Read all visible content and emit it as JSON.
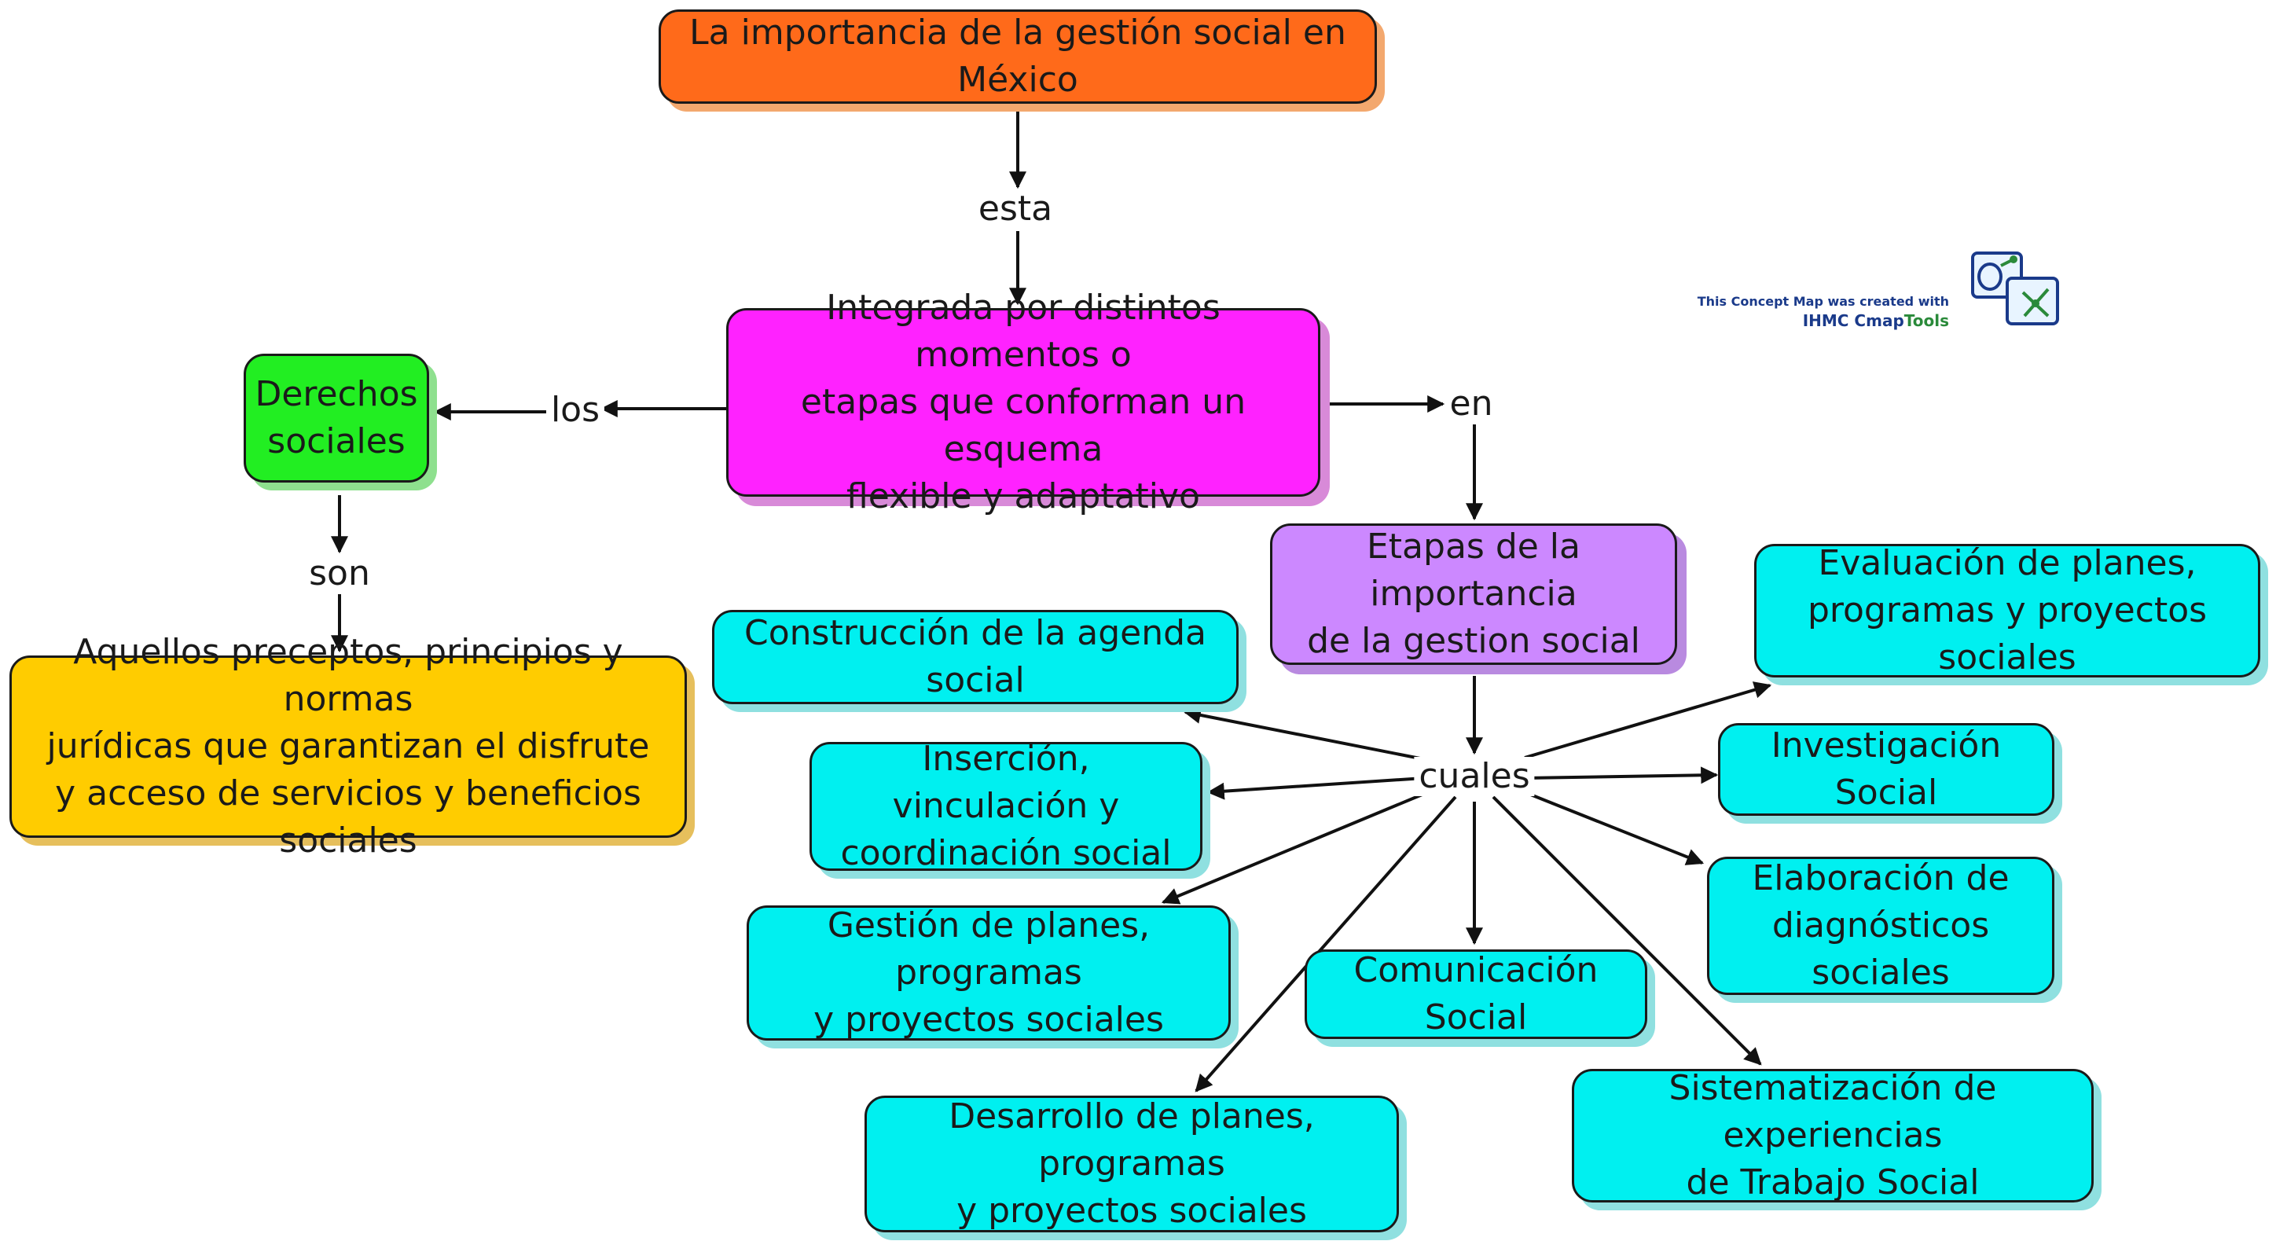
{
  "nodes": {
    "root": "La importancia de la gestión social en México",
    "integrada": "Integrada por distintos momentos o\netapas que conforman un esquema\nflexible y adaptativo",
    "derechos": "Derechos\nsociales",
    "aquellos": "Aquellos preceptos, principios y normas\njurídicas que garantizan el disfrute\ny acceso de servicios y beneficios sociales",
    "etapas": "Etapas de la importancia\nde la gestion social",
    "construccion": "Construcción de la agenda social",
    "insercion": "Inserción, vinculación y\ncoordinación social",
    "gestion": "Gestión de planes, programas\ny proyectos sociales",
    "desarrollo": "Desarrollo de planes, programas\ny proyectos sociales",
    "comunicacion": "Comunicación Social",
    "sistematizacion": "Sistematización de experiencias\nde Trabajo Social",
    "elaboracion": "Elaboración de\ndiagnósticos sociales",
    "investigacion": "Investigación Social",
    "evaluacion": "Evaluación de planes,\nprogramas y proyectos sociales"
  },
  "links": {
    "esta": "esta",
    "los": "los",
    "son": "son",
    "en": "en",
    "cuales": "cuales"
  },
  "credit": {
    "line1": "This Concept Map was created with",
    "line2a": "IHMC Cmap",
    "line2b": "Tools"
  },
  "colors": {
    "orange": "#ff6a1a",
    "magenta": "#ff22ff",
    "green": "#22ee22",
    "gold": "#ffcc00",
    "violet": "#cc88ff",
    "cyan": "#00f0f0",
    "line": "#111111"
  }
}
